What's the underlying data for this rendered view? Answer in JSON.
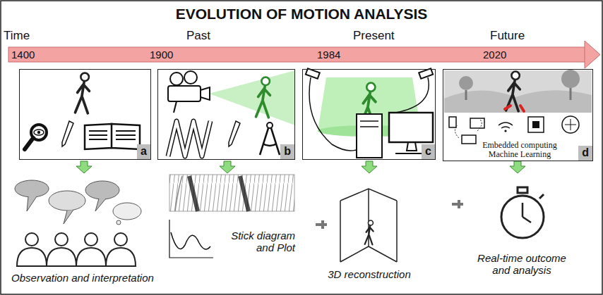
{
  "diagram": {
    "title": "EVOLUTION OF MOTION ANALYSIS",
    "nodes": [
      {
        "text": [
          "a"
        ]
      },
      {
        "text": [
          "b"
        ]
      },
      {
        "text": [
          "c"
        ]
      },
      {
        "text": [
          "Embedded computing Machine Learning",
          "d"
        ]
      }
    ],
    "labels": [
      "Time",
      "Past",
      "Present",
      "Future",
      "1400",
      "1900",
      "1984",
      "2020",
      "Observation and interpretation",
      "Stick diagram and Plot",
      "3D reconstruction",
      "Real-time outcome and analysis"
    ]
  }
}
